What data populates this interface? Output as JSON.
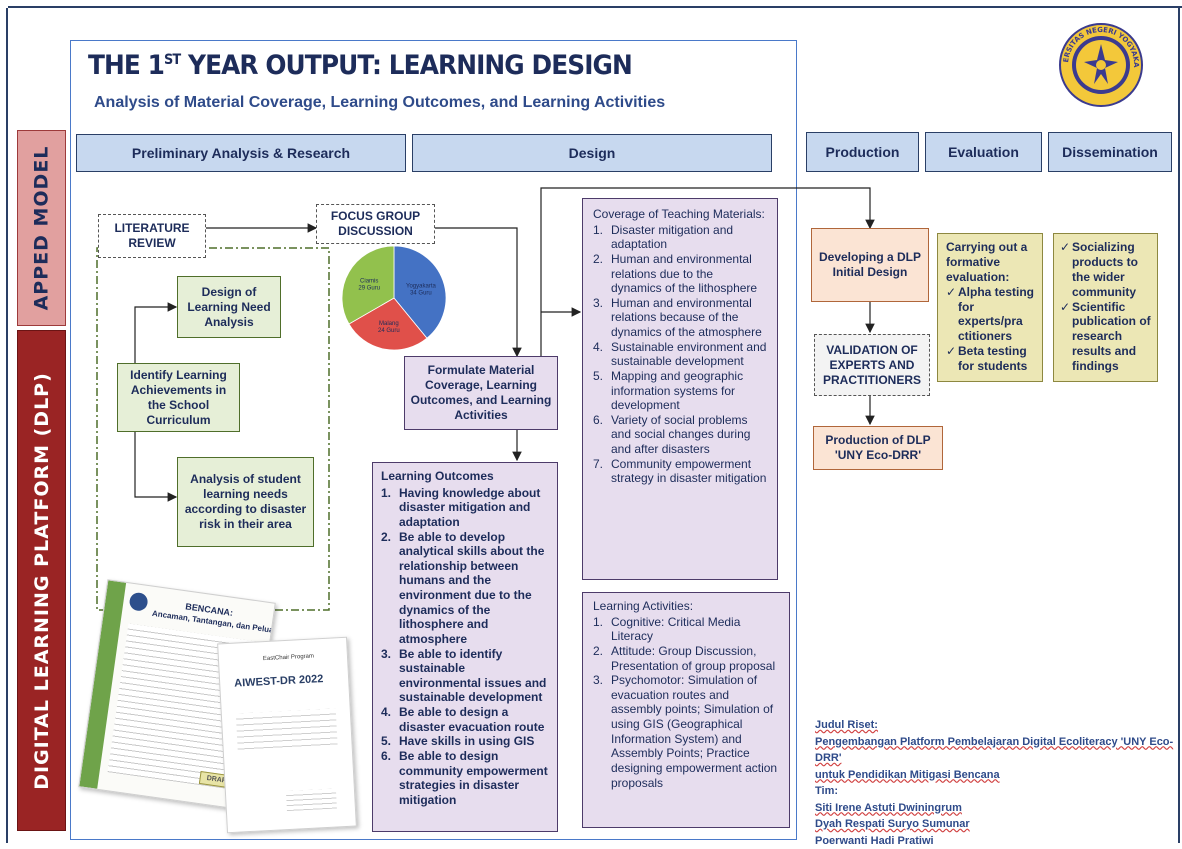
{
  "header": {
    "title_main": "THE 1",
    "title_sup": "ST",
    "title_rest": " YEAR OUTPUT: LEARNING DESIGN",
    "subtitle": "Analysis of Material Coverage, Learning Outcomes, and Learning Activities"
  },
  "side_labels": {
    "model": "APPED MODEL",
    "platform": "DIGITAL LEARNING PLATFORM (DLP)"
  },
  "phases": {
    "preliminary": "Preliminary Analysis & Research",
    "design": "Design",
    "production": "Production",
    "evaluation": "Evaluation",
    "dissemination": "Dissemination"
  },
  "preliminary": {
    "literature_review": "LITERATURE REVIEW",
    "focus_group": "FOCUS GROUP DISCUSSION",
    "design_learning_need": "Design of Learning Need Analysis",
    "identify_achievements": "Identify Learning Achievements in the School Curriculum",
    "analysis_student_needs": "Analysis of student learning needs according to disaster risk in their area",
    "formulate": "Formulate Material Coverage, Learning Outcomes, and Learning Activities"
  },
  "chart_data": {
    "type": "pie",
    "categories": [
      "Yogyakarta",
      "Malang",
      "Ciamis"
    ],
    "labels": [
      "Yogyakarta 34 Guru",
      "Malang 24 Guru",
      "Ciamis 29 Guru"
    ],
    "values": [
      34,
      24,
      29
    ],
    "colors": [
      "#4472c4",
      "#e0504a",
      "#92c14d"
    ]
  },
  "coverage": {
    "title": "Coverage of Teaching Materials:",
    "items": [
      {
        "n": "1.",
        "text": "Disaster mitigation and adaptation"
      },
      {
        "n": "2.",
        "text": "Human and environmental relations due to the dynamics of the lithosphere"
      },
      {
        "n": "3.",
        "text": "Human and environmental relations because of the dynamics of the atmosphere"
      },
      {
        "n": "4.",
        "text": "Sustainable environment and sustainable development"
      },
      {
        "n": "5.",
        "text": "Mapping and geographic information systems for development"
      },
      {
        "n": "6.",
        "text": "Variety of social problems and social changes during and after disasters"
      },
      {
        "n": "7.",
        "text": "Community empowerment strategy in disaster mitigation"
      }
    ]
  },
  "outcomes": {
    "title": "Learning Outcomes",
    "items": [
      {
        "n": "1.",
        "text": "Having knowledge about disaster mitigation and adaptation"
      },
      {
        "n": "2.",
        "text": "Be able to develop analytical skills about the relationship between humans and the environment due to the dynamics of the lithosphere and atmosphere"
      },
      {
        "n": "3.",
        "text": "Be able to identify sustainable environmental issues and sustainable development"
      },
      {
        "n": "4.",
        "text": "Be able to design a disaster evacuation route"
      },
      {
        "n": "5.",
        "text": "Have skills in using GIS"
      },
      {
        "n": "6.",
        "text": "Be able to design community empowerment strategies in disaster mitigation"
      }
    ]
  },
  "activities": {
    "title": "Learning Activities:",
    "items": [
      {
        "n": "1.",
        "text": "Cognitive: Critical Media Literacy"
      },
      {
        "n": "2.",
        "text": "Attitude: Group Discussion, Presentation of group proposal"
      },
      {
        "n": "3.",
        "text": "Psychomotor: Simulation of evacuation routes and assembly points; Simulation of using GIS (Geographical Information System) and Assembly Points; Practice designing empowerment action proposals"
      }
    ]
  },
  "production": {
    "developing": "Developing a DLP Initial Design",
    "validation": "VALIDATION OF EXPERTS AND PRACTITIONERS",
    "product": "Production of DLP 'UNY Eco-DRR'"
  },
  "evaluation": {
    "intro": "Carrying out a formative evaluation:",
    "items": [
      "Alpha testing for experts/pra ctitioners",
      "Beta testing for students"
    ]
  },
  "dissemination": {
    "items": [
      "Socializing products to the wider community",
      "Scientific publication of research results and findings"
    ]
  },
  "research": {
    "label": "Judul Riset:",
    "title_line1": "Pengembangan Platform Pembelajaran Digital Ecoliteracy 'UNY Eco-DRR'",
    "title_line2": "untuk Pendidikan Mitigasi Bencana",
    "team_label": "Tim:",
    "members": [
      "Siti Irene Astuti Dwiningrum",
      "Dyah Respati Suryo Sumunar",
      "Poerwanti Hadi Pratiwi"
    ]
  },
  "documents": {
    "doc1_heading": "BENCANA:",
    "doc1_subheading": "Ancaman, Tantangan, dan Peluang",
    "doc1_stamp": "DRAFT",
    "doc2_brand": "EastChair Program",
    "doc2_title": "AIWEST-DR 2022"
  },
  "logo": {
    "text": "UNIVERSITAS NEGERI YOGYAKARTA"
  }
}
